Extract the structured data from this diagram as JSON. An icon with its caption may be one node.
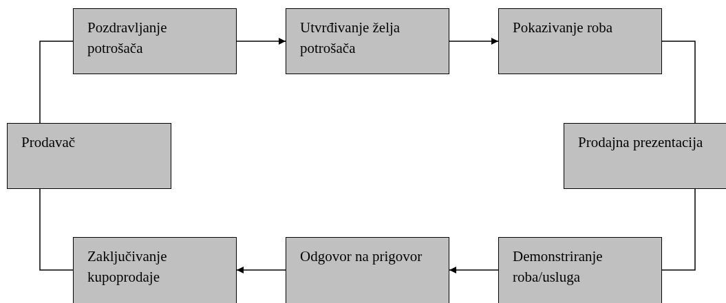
{
  "diagram": {
    "nodes": [
      {
        "text": [
          "Pozdravljanje potrošača"
        ]
      },
      {
        "text": [
          "Utvrđivanje želja potrošača"
        ]
      },
      {
        "text": [
          "Pokazivanje roba"
        ]
      },
      {
        "text": [
          "Prodajna prezentacija"
        ]
      },
      {
        "text": [
          "Demonstriranje roba/usluga"
        ]
      },
      {
        "text": [
          "Odgovor na prigovor"
        ]
      },
      {
        "text": [
          "Zaključivanje kupoprodaje"
        ]
      },
      {
        "text": [
          "Prodavač"
        ]
      }
    ],
    "edges": [
      {
        "from": 0,
        "to": 1,
        "arrow": "to"
      },
      {
        "from": 1,
        "to": 2,
        "arrow": "to"
      },
      {
        "from": 2,
        "to": 3,
        "arrow": "none"
      },
      {
        "from": 3,
        "to": 4,
        "arrow": "none"
      },
      {
        "from": 4,
        "to": 5,
        "arrow": "to"
      },
      {
        "from": 5,
        "to": 6,
        "arrow": "to"
      },
      {
        "from": 6,
        "to": 7,
        "arrow": "none"
      },
      {
        "from": 7,
        "to": 0,
        "arrow": "none"
      }
    ]
  }
}
